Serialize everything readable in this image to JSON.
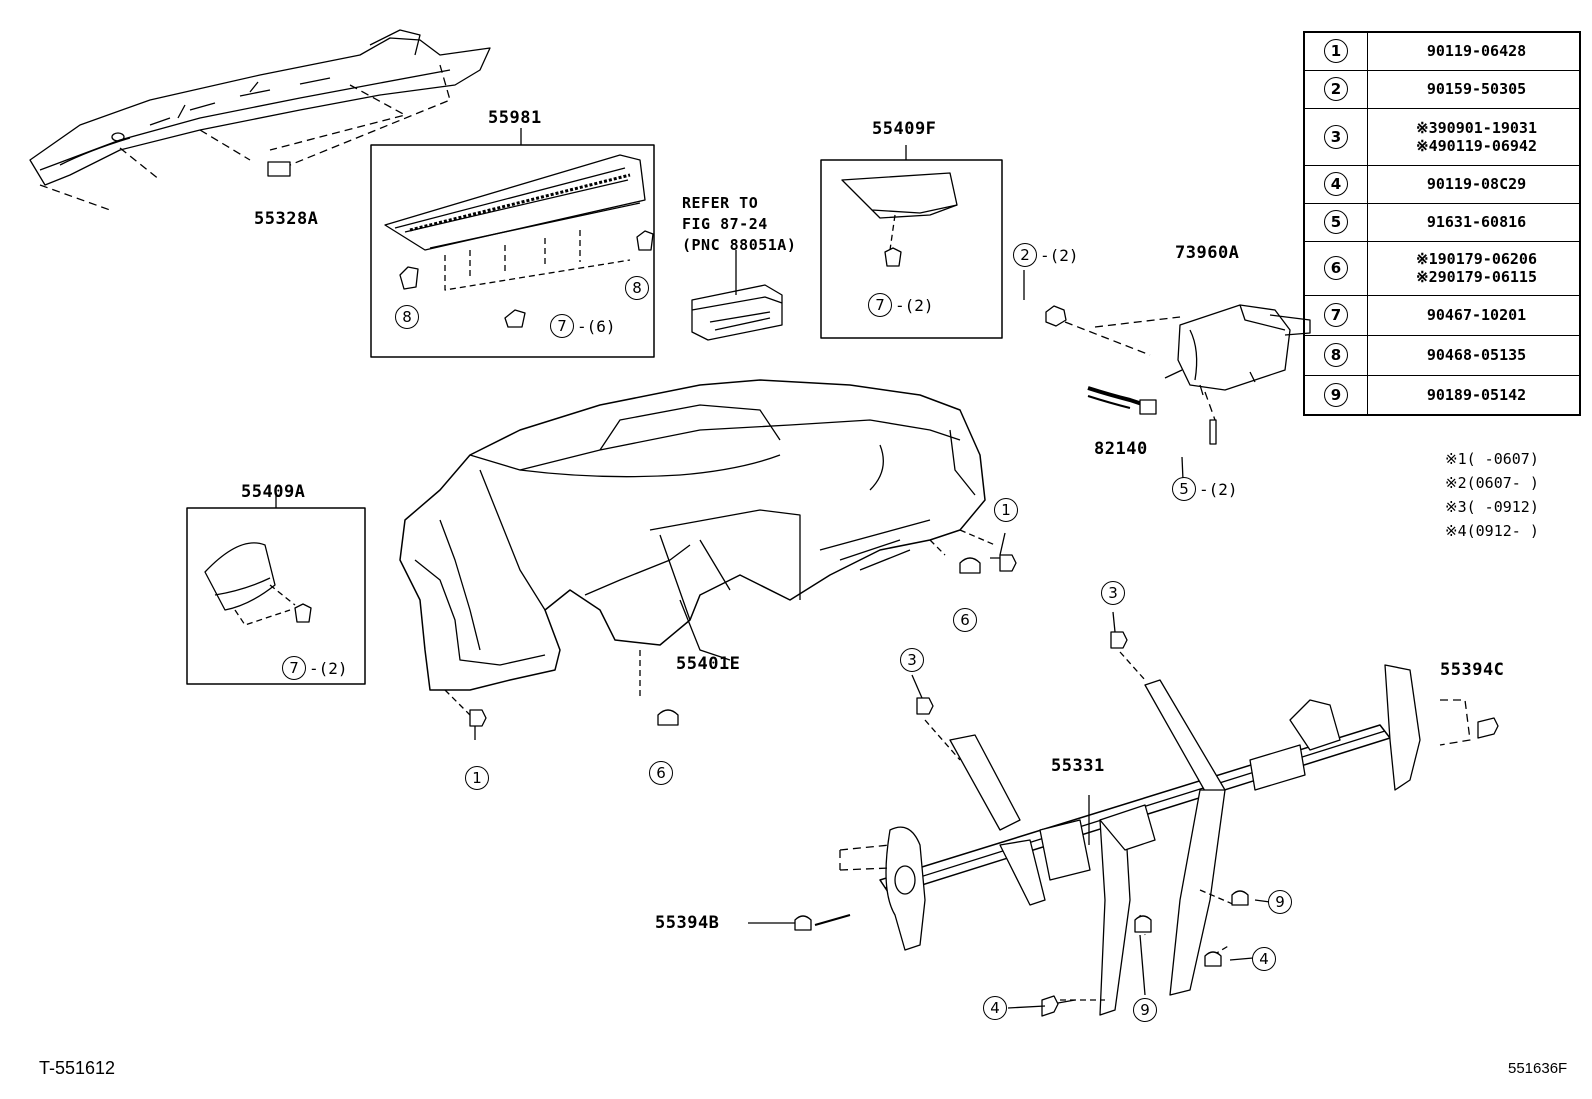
{
  "labels": {
    "p55328A": "55328A",
    "p55981": "55981",
    "p55409F": "55409F",
    "p73960A": "73960A",
    "p82140": "82140",
    "p55409A": "55409A",
    "p55401E": "55401E",
    "p55331": "55331",
    "p55394C": "55394C",
    "p55394B": "55394B"
  },
  "refer": {
    "line1": "REFER TO",
    "line2": "FIG 87-24",
    "line3": "(PNC 88051A)"
  },
  "callouts": [
    {
      "num": "8",
      "qty": ""
    },
    {
      "num": "8",
      "qty": ""
    },
    {
      "num": "7",
      "qty": "-(6)"
    },
    {
      "num": "7",
      "qty": "-(2)"
    },
    {
      "num": "2",
      "qty": "-(2)"
    },
    {
      "num": "5",
      "qty": "-(2)"
    },
    {
      "num": "7",
      "qty": "-(2)"
    },
    {
      "num": "1",
      "qty": ""
    },
    {
      "num": "6",
      "qty": ""
    },
    {
      "num": "1",
      "qty": ""
    },
    {
      "num": "6",
      "qty": ""
    },
    {
      "num": "3",
      "qty": ""
    },
    {
      "num": "3",
      "qty": ""
    },
    {
      "num": "9",
      "qty": ""
    },
    {
      "num": "4",
      "qty": ""
    },
    {
      "num": "4",
      "qty": ""
    },
    {
      "num": "9",
      "qty": ""
    }
  ],
  "parts_table": [
    {
      "index": "1",
      "numbers": [
        "90119-06428"
      ]
    },
    {
      "index": "2",
      "numbers": [
        "90159-50305"
      ]
    },
    {
      "index": "3",
      "numbers": [
        "※390901-19031",
        "※490119-06942"
      ]
    },
    {
      "index": "4",
      "numbers": [
        "90119-08C29"
      ]
    },
    {
      "index": "5",
      "numbers": [
        "91631-60816"
      ]
    },
    {
      "index": "6",
      "numbers": [
        "※190179-06206",
        "※290179-06115"
      ]
    },
    {
      "index": "7",
      "numbers": [
        "90467-10201"
      ]
    },
    {
      "index": "8",
      "numbers": [
        "90468-05135"
      ]
    },
    {
      "index": "9",
      "numbers": [
        "90189-05142"
      ]
    }
  ],
  "notes": [
    "※1(   -0607)",
    "※2(0607-   )",
    "※3(   -0912)",
    "※4(0912-   )"
  ],
  "footer": {
    "left": "T-551612",
    "right": "551636F"
  }
}
